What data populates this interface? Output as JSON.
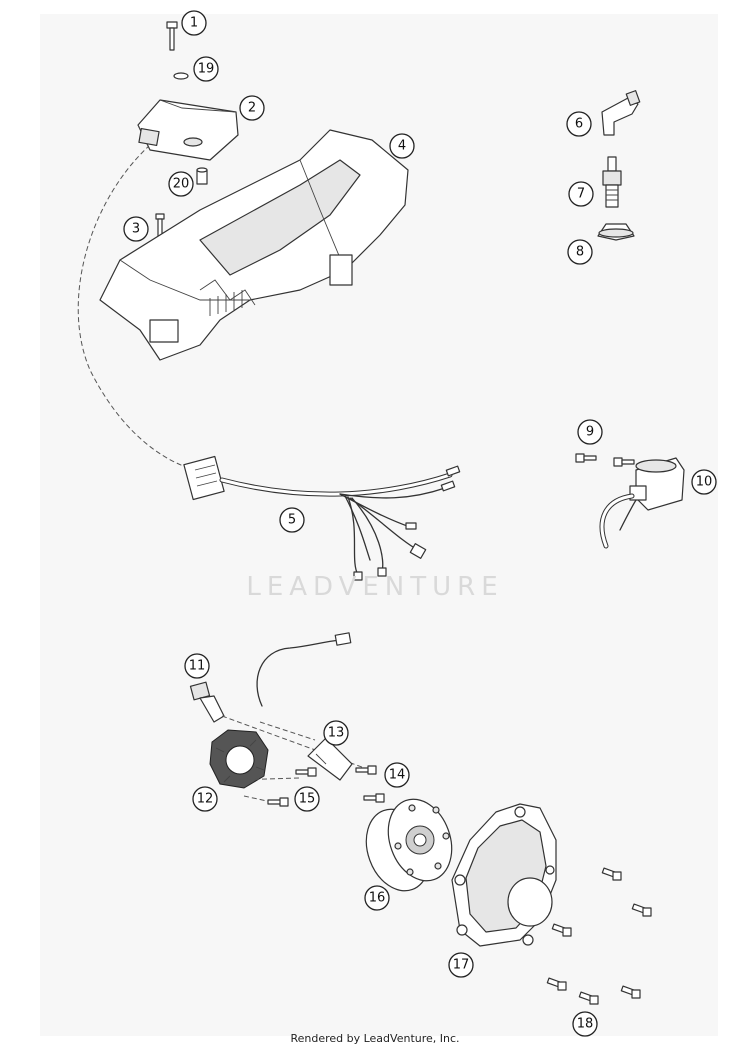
{
  "watermark": "LEADVENTURE",
  "footer": "Rendered by LeadVenture, Inc.",
  "callouts": [
    "1",
    "2",
    "3",
    "4",
    "5",
    "6",
    "7",
    "8",
    "9",
    "10",
    "11",
    "12",
    "13",
    "14",
    "15",
    "16",
    "17",
    "18",
    "19",
    "20"
  ]
}
